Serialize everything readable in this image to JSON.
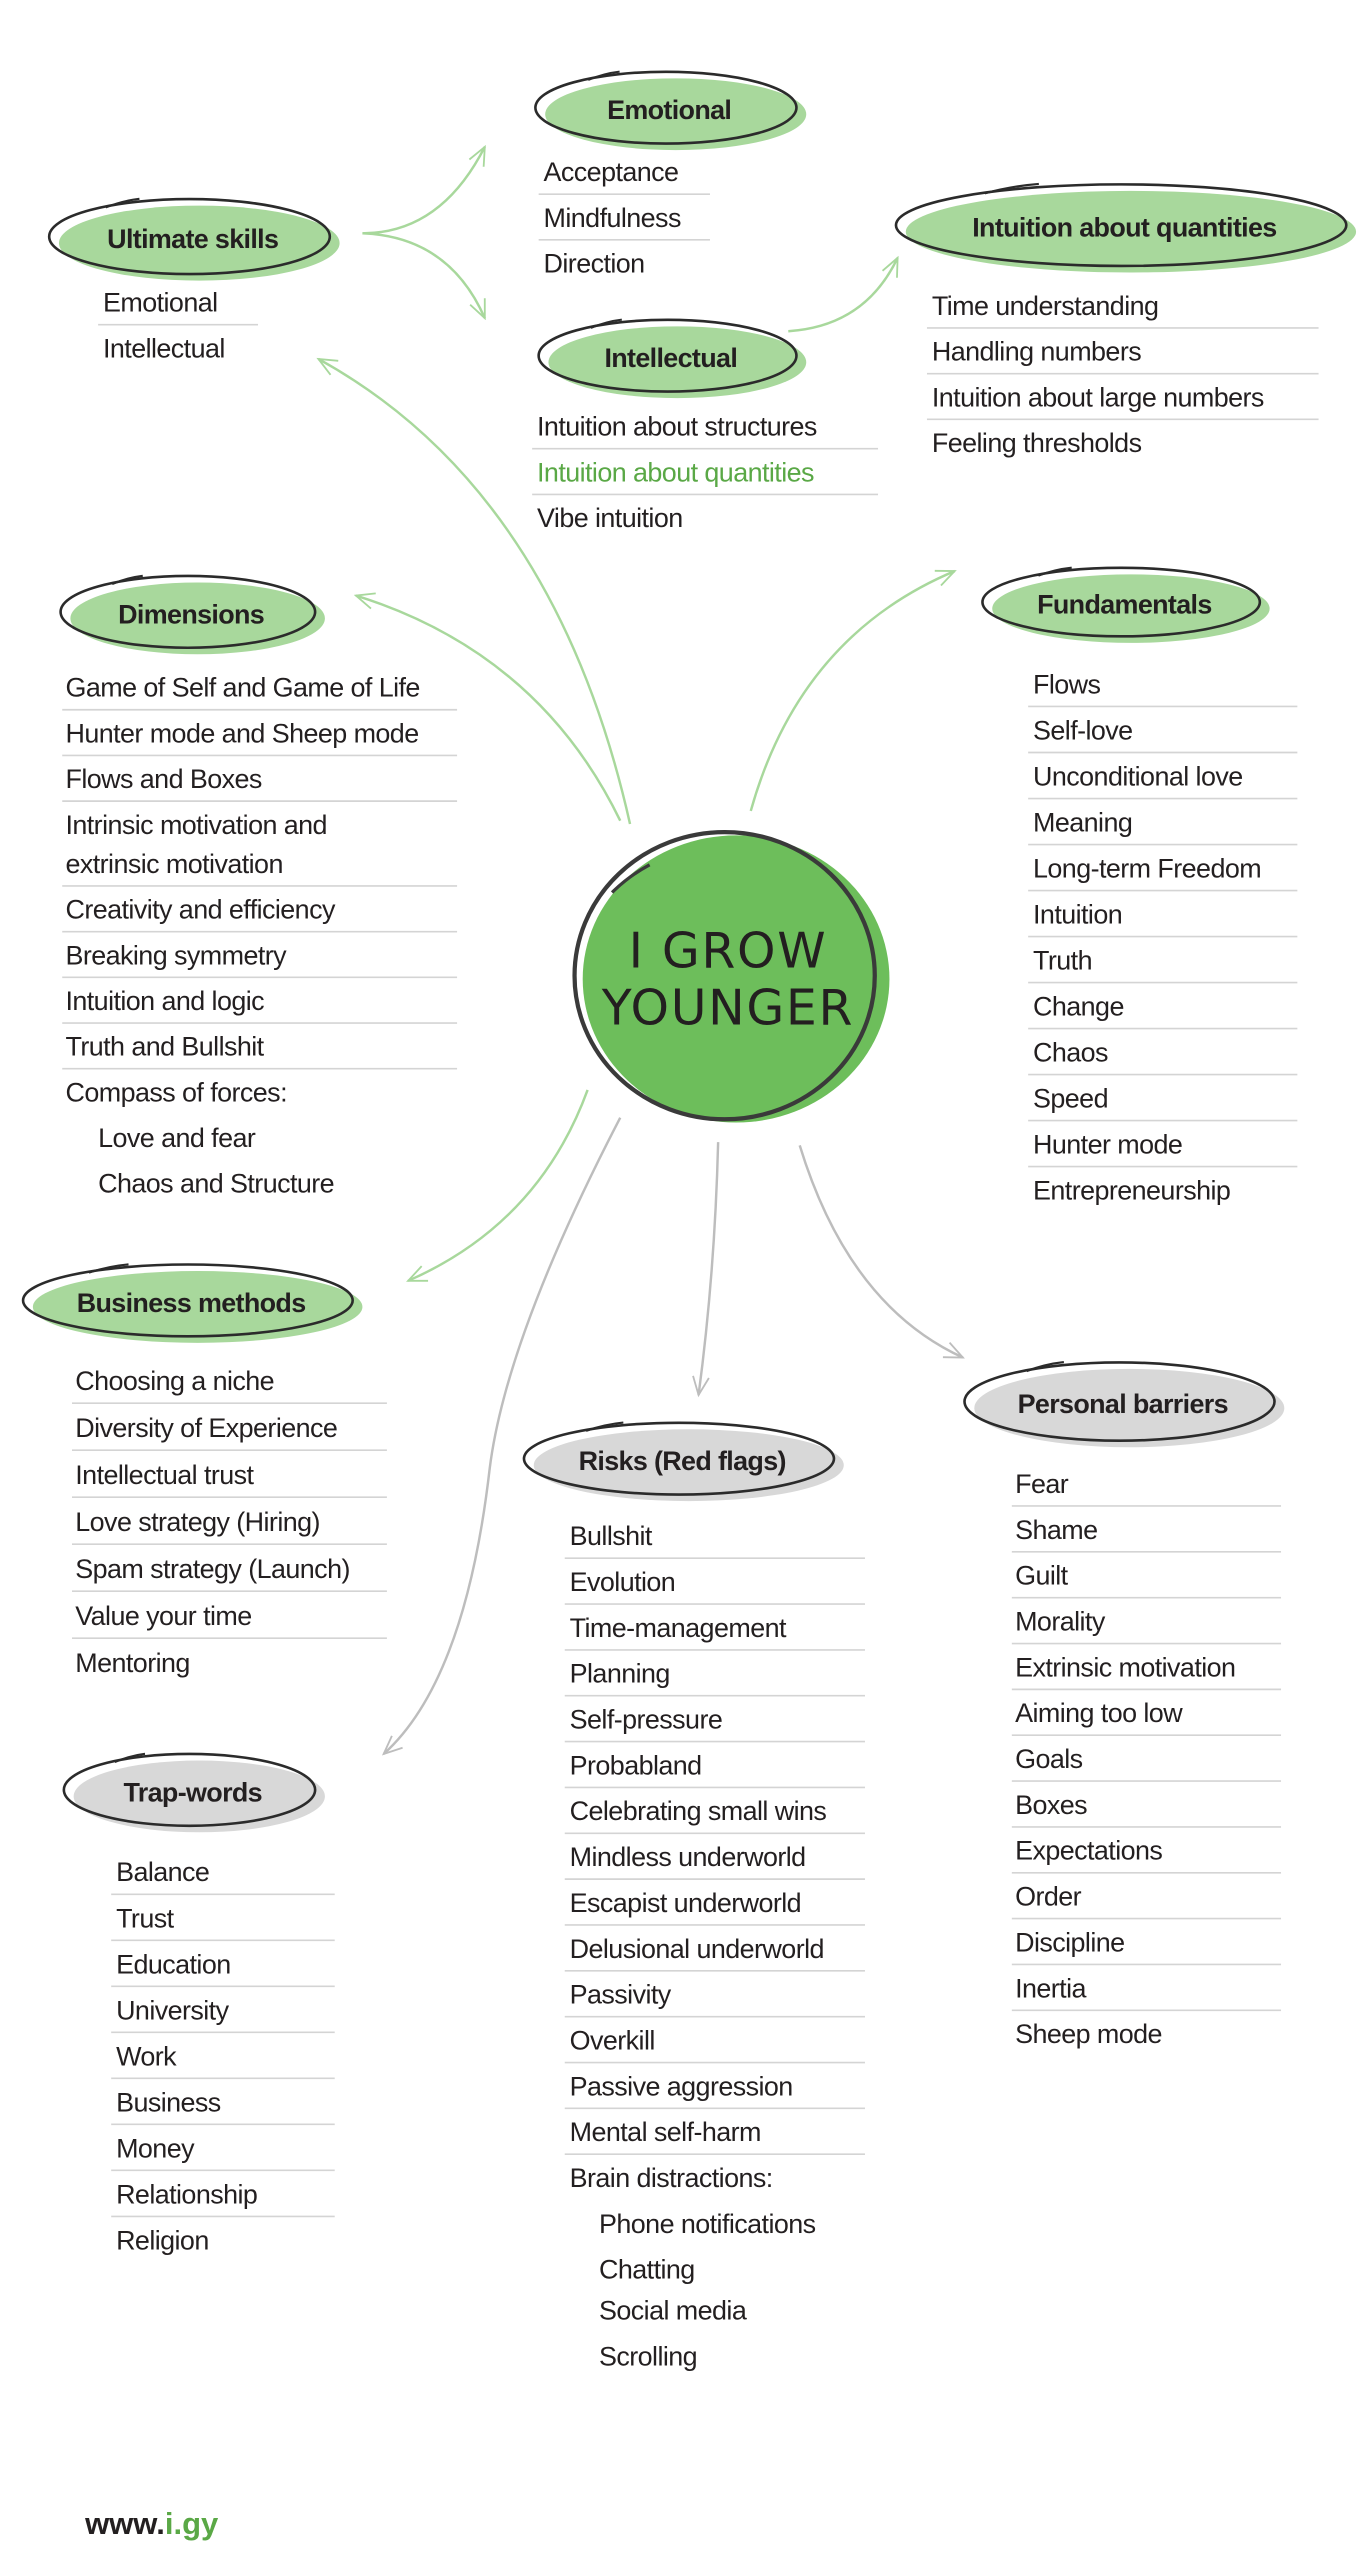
{
  "center": {
    "line1": "I GROW",
    "line2": "YOUNGER"
  },
  "footer": {
    "url_prefix": "www.",
    "url_accent": "i.gy"
  },
  "colors": {
    "bubble_green": "#a8d89c",
    "center_green": "#6dbe5b",
    "bubble_gray": "#d8d8d8",
    "outline": "#2b2b2b",
    "arrow_green": "#a8d89c",
    "arrow_gray": "#bdbdbd",
    "highlight_text": "#5aa846"
  },
  "groups": [
    {
      "id": "ultimate-skills",
      "title": "Ultimate skills",
      "style": "green",
      "items": [
        {
          "label": "Emotional"
        },
        {
          "label": "Intellectual"
        }
      ]
    },
    {
      "id": "emotional",
      "title": "Emotional",
      "style": "green",
      "items": [
        {
          "label": "Acceptance"
        },
        {
          "label": "Mindfulness"
        },
        {
          "label": "Direction"
        }
      ]
    },
    {
      "id": "intellectual",
      "title": "Intellectual",
      "style": "green",
      "items": [
        {
          "label": "Intuition about structures"
        },
        {
          "label": "Intuition about quantities",
          "highlight": true
        },
        {
          "label": "Vibe intuition"
        }
      ]
    },
    {
      "id": "intuition-about-quantities",
      "title": "Intuition about quantities",
      "style": "green",
      "items": [
        {
          "label": "Time understanding"
        },
        {
          "label": "Handling numbers"
        },
        {
          "label": "Intuition about large numbers"
        },
        {
          "label": "Feeling thresholds"
        }
      ]
    },
    {
      "id": "dimensions",
      "title": "Dimensions",
      "style": "green",
      "items": [
        {
          "label": "Game of Self and Game of Life"
        },
        {
          "label": "Hunter mode and Sheep mode"
        },
        {
          "label": "Flows and Boxes"
        },
        {
          "label": "Intrinsic motivation and",
          "label_cont": "extrinsic motivation"
        },
        {
          "label": "Creativity and efficiency"
        },
        {
          "label": "Breaking symmetry"
        },
        {
          "label": "Intuition and logic"
        },
        {
          "label": "Truth and Bullshit"
        },
        {
          "label": "Compass of forces:"
        },
        {
          "label": "Love and fear",
          "indent": true
        },
        {
          "label": "Chaos and Structure",
          "indent": true
        }
      ]
    },
    {
      "id": "fundamentals",
      "title": "Fundamentals",
      "style": "green",
      "items": [
        {
          "label": "Flows"
        },
        {
          "label": "Self-love"
        },
        {
          "label": "Unconditional love"
        },
        {
          "label": "Meaning"
        },
        {
          "label": "Long-term Freedom"
        },
        {
          "label": "Intuition"
        },
        {
          "label": "Truth"
        },
        {
          "label": "Change"
        },
        {
          "label": "Chaos"
        },
        {
          "label": "Speed"
        },
        {
          "label": "Hunter mode"
        },
        {
          "label": "Entrepreneurship"
        }
      ]
    },
    {
      "id": "business-methods",
      "title": "Business methods",
      "style": "green",
      "items": [
        {
          "label": "Choosing a niche"
        },
        {
          "label": "Diversity of Experience"
        },
        {
          "label": "Intellectual trust"
        },
        {
          "label": "Love strategy (Hiring)"
        },
        {
          "label": "Spam strategy (Launch)"
        },
        {
          "label": "Value your time"
        },
        {
          "label": "Mentoring"
        }
      ]
    },
    {
      "id": "trap-words",
      "title": "Trap-words",
      "style": "gray",
      "items": [
        {
          "label": "Balance"
        },
        {
          "label": "Trust"
        },
        {
          "label": "Education"
        },
        {
          "label": "University"
        },
        {
          "label": "Work"
        },
        {
          "label": "Business"
        },
        {
          "label": "Money"
        },
        {
          "label": "Relationship"
        },
        {
          "label": "Religion"
        }
      ]
    },
    {
      "id": "risks",
      "title": "Risks (Red flags)",
      "style": "gray",
      "items": [
        {
          "label": "Bullshit"
        },
        {
          "label": "Evolution"
        },
        {
          "label": "Time-management"
        },
        {
          "label": "Planning"
        },
        {
          "label": "Self-pressure"
        },
        {
          "label": "Probabland"
        },
        {
          "label": "Celebrating small wins"
        },
        {
          "label": "Mindless underworld"
        },
        {
          "label": "Escapist underworld"
        },
        {
          "label": "Delusional underworld"
        },
        {
          "label": "Passivity"
        },
        {
          "label": "Overkill"
        },
        {
          "label": "Passive aggression"
        },
        {
          "label": "Mental self-harm"
        },
        {
          "label": "Brain distractions:"
        },
        {
          "label": "Phone notifications",
          "indent": true
        },
        {
          "label": "Chatting",
          "indent": true
        },
        {
          "label": "Social media",
          "indent": true
        },
        {
          "label": "Scrolling",
          "indent": true
        }
      ]
    },
    {
      "id": "personal-barriers",
      "title": "Personal barriers",
      "style": "gray",
      "items": [
        {
          "label": "Fear"
        },
        {
          "label": "Shame"
        },
        {
          "label": "Guilt"
        },
        {
          "label": "Morality"
        },
        {
          "label": "Extrinsic motivation"
        },
        {
          "label": "Aiming too low"
        },
        {
          "label": "Goals"
        },
        {
          "label": "Boxes"
        },
        {
          "label": "Expectations"
        },
        {
          "label": "Order"
        },
        {
          "label": "Discipline"
        },
        {
          "label": "Inertia"
        },
        {
          "label": "Sheep mode"
        }
      ]
    }
  ]
}
